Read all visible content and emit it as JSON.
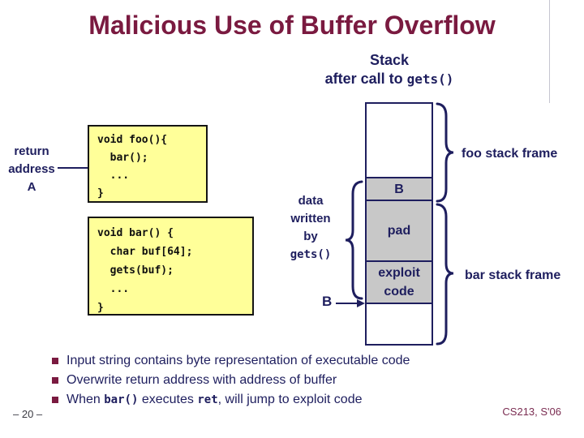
{
  "slide": {
    "title": "Malicious Use of Buffer Overflow",
    "subtitle_line1": "Stack",
    "subtitle_line2_prefix": "after call to ",
    "subtitle_line2_code": "gets()"
  },
  "colors": {
    "title_maroon": "#7a1a40",
    "navy": "#1e1e5e",
    "code_box_yellow": "#ffff99",
    "stack_gray": "#c8c8c8"
  },
  "left_labels": {
    "return_address": "return\naddress\nA"
  },
  "code_blocks": {
    "foo": "void foo(){\n  bar();\n  ...\n}",
    "bar": "void bar() {\n  char buf[64];\n  gets(buf);\n  ...\n}"
  },
  "data_written": {
    "line1": "data",
    "line2": "written",
    "line3": "by",
    "code": "gets()"
  },
  "stack": {
    "cells": [
      {
        "label": ""
      },
      {
        "label": "B"
      },
      {
        "label": "pad"
      },
      {
        "label": "exploit\ncode"
      },
      {
        "label": ""
      }
    ],
    "b_pointer_label": "B"
  },
  "frames": {
    "foo": "foo stack frame",
    "bar": "bar stack frame"
  },
  "bullets": [
    {
      "text": "Input string contains byte representation of executable code"
    },
    {
      "text": "Overwrite return address with address of buffer"
    },
    {
      "parts": [
        "When ",
        "bar()",
        " executes ",
        "ret",
        ", will jump to exploit code"
      ]
    }
  ],
  "footer": {
    "page": "– 20 –",
    "course": "CS213, S'06"
  }
}
